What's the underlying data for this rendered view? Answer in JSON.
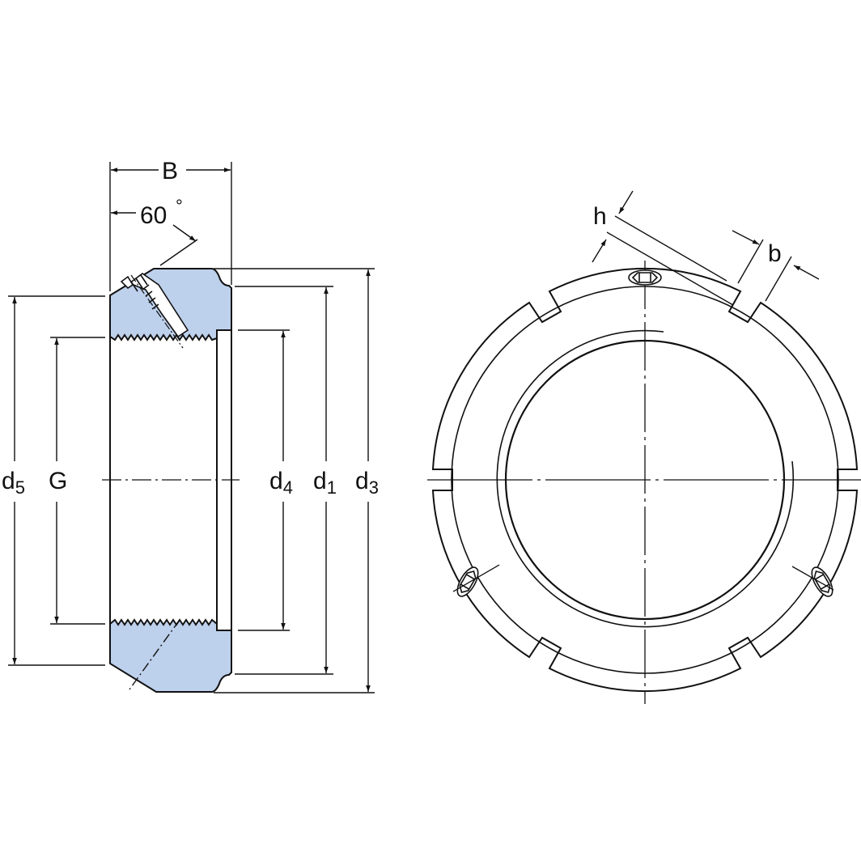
{
  "figure": {
    "title": "Lock nut dimension drawing",
    "colors": {
      "section_fill": "#bdd0ec",
      "line": "#111111",
      "background": "#ffffff"
    }
  },
  "side_view": {
    "labels": {
      "B": "B",
      "angle": "60",
      "angle_unit": "°",
      "d5_main": "d",
      "d5_sub": "5",
      "G": "G",
      "d4_main": "d",
      "d4_sub": "4",
      "d1_main": "d",
      "d1_sub": "1",
      "d3_main": "d",
      "d3_sub": "3"
    }
  },
  "front_view": {
    "labels": {
      "h": "h",
      "b": "b"
    },
    "slot_count": 6,
    "locking_screw_count": 3
  }
}
